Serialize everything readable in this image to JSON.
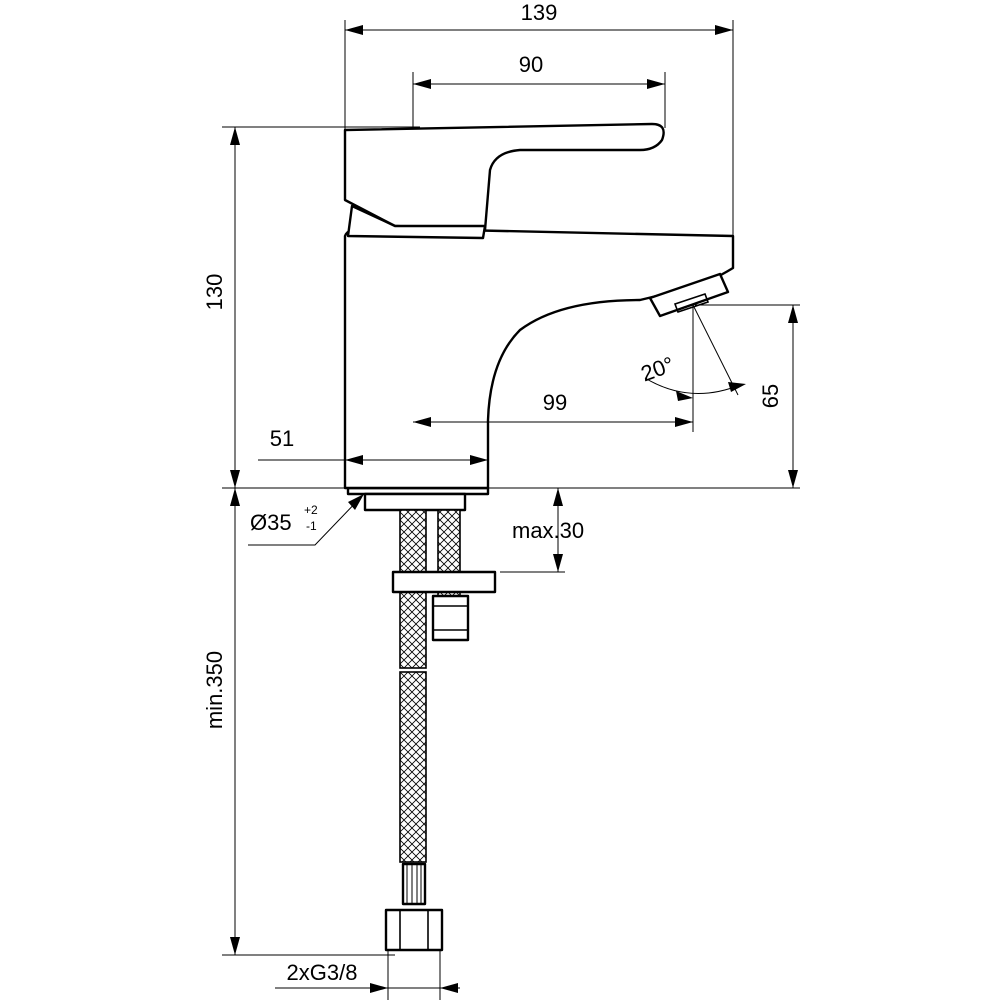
{
  "dimensions": {
    "overall_width": "139",
    "lever_length": "90",
    "height": "130",
    "spout_height": "65",
    "spout_reach": "99",
    "body_width": "51",
    "spray_angle": "20°",
    "hole_diameter": "Ø35",
    "hole_tol_upper": "+2",
    "hole_tol_lower": "-1",
    "max_deck_thickness": "max.30",
    "hose_length": "min.350",
    "connection": "2xG3/8"
  }
}
